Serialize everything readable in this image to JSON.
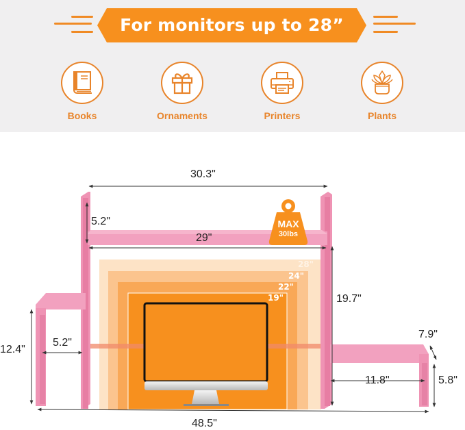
{
  "banner": {
    "text": "For monitors up to 28”",
    "color": "#f7901e"
  },
  "uses": [
    {
      "label": "Books",
      "icon": "book-icon"
    },
    {
      "label": "Ornaments",
      "icon": "gift-icon"
    },
    {
      "label": "Printers",
      "icon": "printer-icon"
    },
    {
      "label": "Plants",
      "icon": "plant-icon"
    }
  ],
  "weight_badge": {
    "line1": "MAX",
    "line2": "30lbs",
    "icon": "weight-icon"
  },
  "monitor_sizes": [
    "28\"",
    "24\"",
    "22\"",
    "19\""
  ],
  "dimensions": {
    "top_width": "30.3\"",
    "shelf_width": "29\"",
    "upright_gap": "5.2\"",
    "main_height": "19.7\"",
    "side_height_left": "12.4\"",
    "side_gap_left": "5.2\"",
    "side_depth": "7.9\"",
    "side_width_right": "11.8\"",
    "side_height_right": "5.8\"",
    "total_width": "48.5\""
  },
  "colors": {
    "accent": "#f7901e",
    "icon_orange": "#e8842a",
    "shelf_pink": "#ef93b4",
    "background_top": "#f0eff0"
  }
}
